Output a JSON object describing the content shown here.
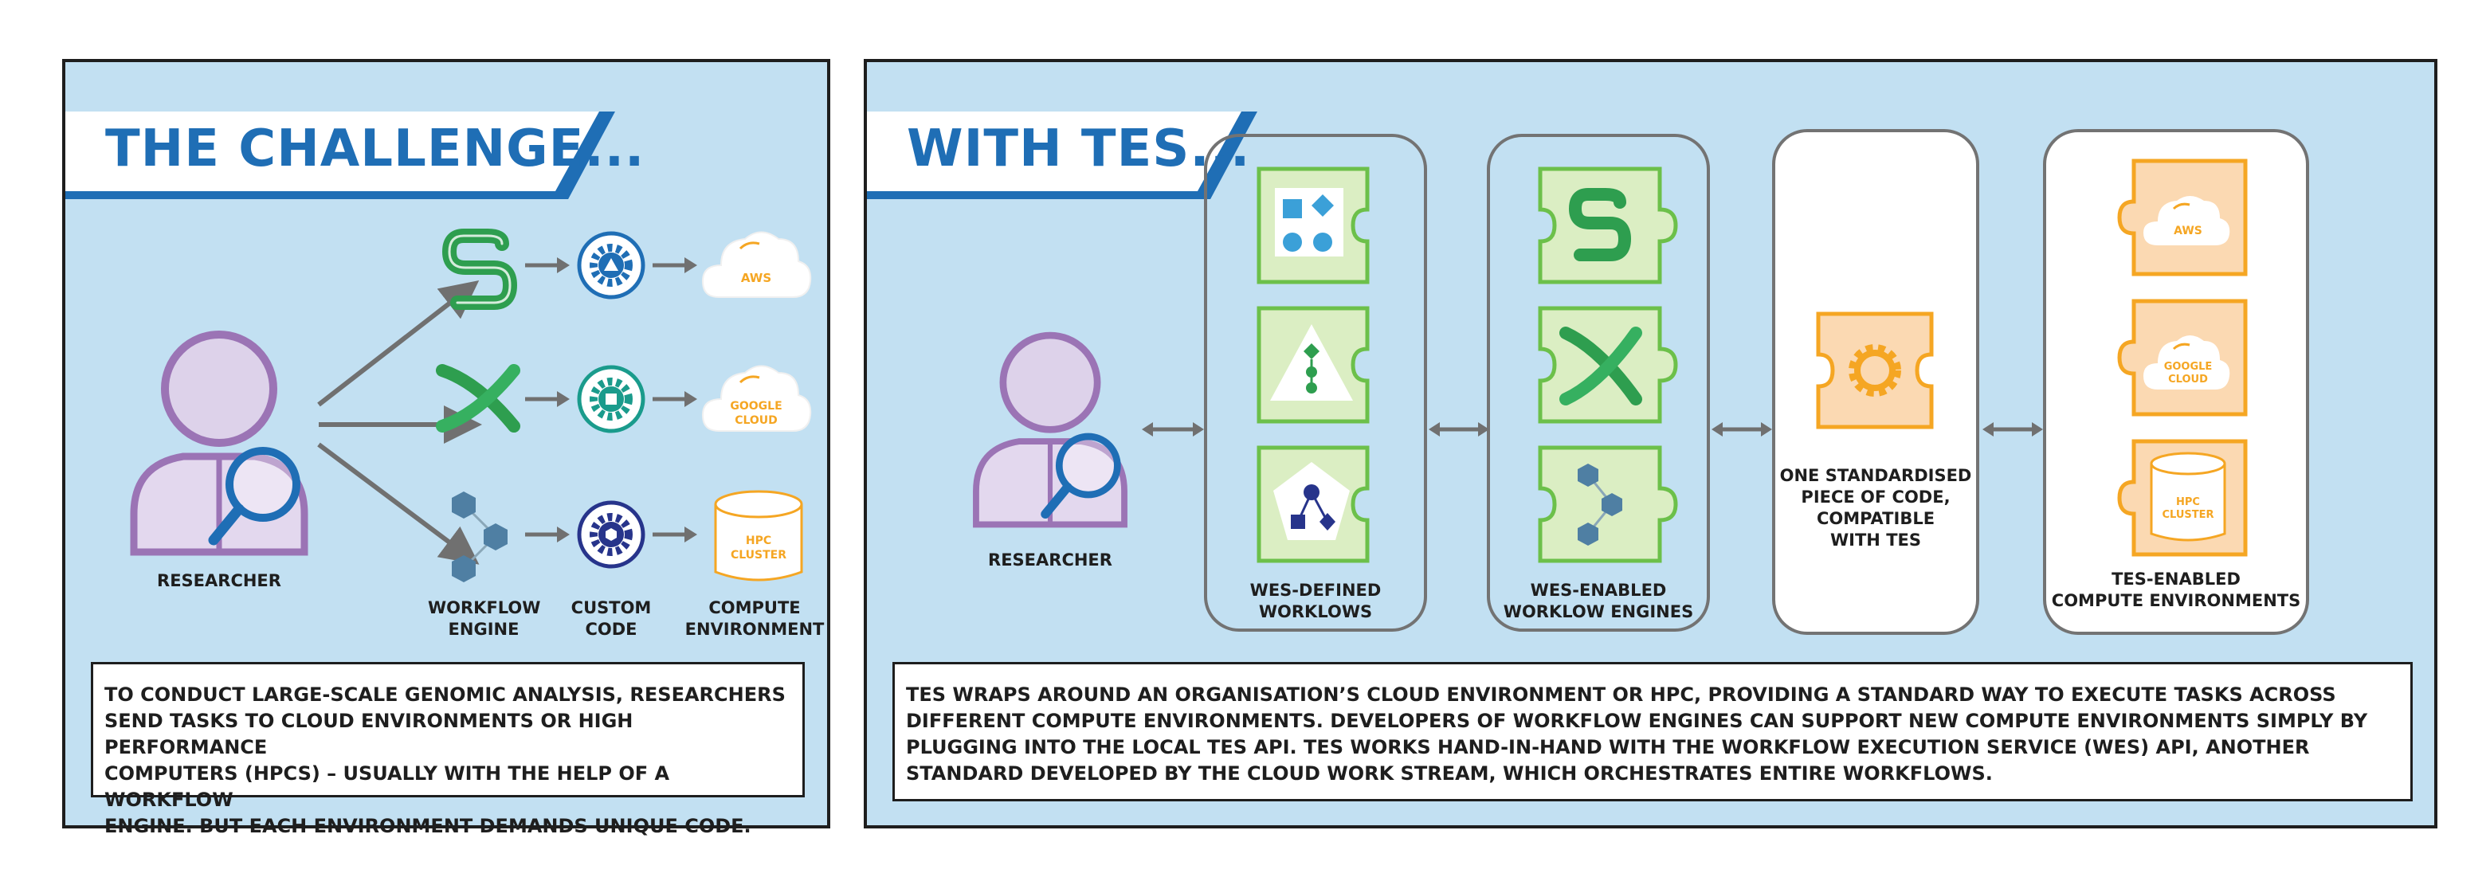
{
  "challenge": {
    "title": "THE CHALLENGE...",
    "researcher_label": "RESEARCHER",
    "cloud_aws": "AWS",
    "cloud_google_1": "GOOGLE",
    "cloud_google_2": "CLOUD",
    "hpc_1": "HPC",
    "hpc_2": "CLUSTER",
    "col_workflow_engine": "WORKFLOW\nENGINE",
    "col_custom_code": "CUSTOM\nCODE",
    "col_compute_environment": "COMPUTE\nENVIRONMENT",
    "description": "To conduct large-scale genomic analysis, researchers\nsend tasks to cloud environments or high performance\ncomputers (HPCs) – usually with the help of a workflow\nengine. But each environment demands unique code."
  },
  "with_tes": {
    "title": "WITH TES...",
    "researcher_label": "RESEARCHER",
    "col_wes_defined": "WES-DEFINED\nWORKLOWS",
    "col_wes_enabled": "WES-ENABLED\nWORKLOW ENGINES",
    "col_standard_code": "ONE STANDARDISED\nPIECE OF CODE,\nCOMPATIBLE\nWITH TES",
    "col_tes_enabled": "TES-ENABLED\nCOMPUTE ENVIRONMENTS",
    "cloud_aws": "AWS",
    "cloud_google_1": "GOOGLE",
    "cloud_google_2": "CLOUD",
    "hpc_1": "HPC",
    "hpc_2": "CLUSTER",
    "description": "TES wraps around an organisation’s cloud environment or HPC, providing a standard way to execute tasks across\ndifferent compute environments. Developers of workflow engines can support new compute environments simply by\nplugging into the local TES API. TES works hand-in-hand with the workflow execution service (WES) API, another\nstandard developed by the cloud work stream, which orchestrates entire workflows."
  },
  "colors": {
    "panel_bg": "#c2e0f2",
    "banner_blue": "#1f6eb5",
    "researcher_purple": "#9b74b5",
    "green": "#2e9e4f",
    "orange": "#f5a623",
    "navy": "#27348b",
    "teal": "#1a9b8c"
  }
}
